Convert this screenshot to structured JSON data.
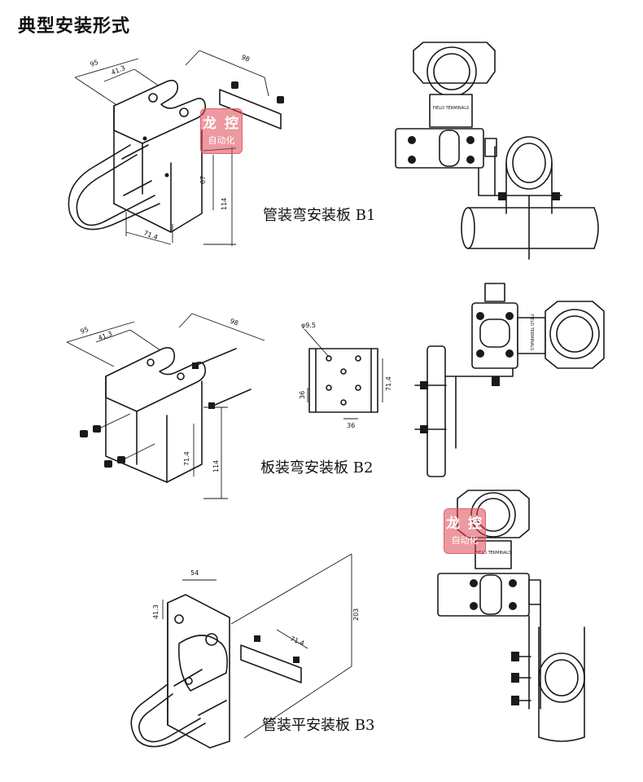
{
  "page_title": "典型安装形式",
  "watermark": {
    "line1": "龙 控",
    "line2": "自动化"
  },
  "panels": {
    "b1": {
      "caption": "管装弯安装板 B1",
      "dims": {
        "d95": "95",
        "d413": "41.3",
        "d98": "98",
        "d67": "67",
        "d114": "114",
        "d714": "71.4"
      },
      "terminal_label": "FIELD TERMINALS"
    },
    "b2": {
      "caption": "板装弯安装板 B2",
      "dims": {
        "d95": "95",
        "d413": "41.3",
        "d98": "98",
        "d714": "71.4",
        "d114": "114",
        "hole": "φ9.5",
        "d36a": "36",
        "d36b": "36",
        "d714b": "71.4"
      },
      "terminal_label": "FIELD TERMINALS"
    },
    "b3": {
      "caption": "管装平安装板 B3",
      "dims": {
        "d54": "54",
        "d413": "41.3",
        "d203": "203",
        "d714": "71.4"
      },
      "terminal_label": "FIELD TERMINALS"
    }
  },
  "colors": {
    "ink": "#1a1a1a",
    "watermark": "#dc4650"
  }
}
